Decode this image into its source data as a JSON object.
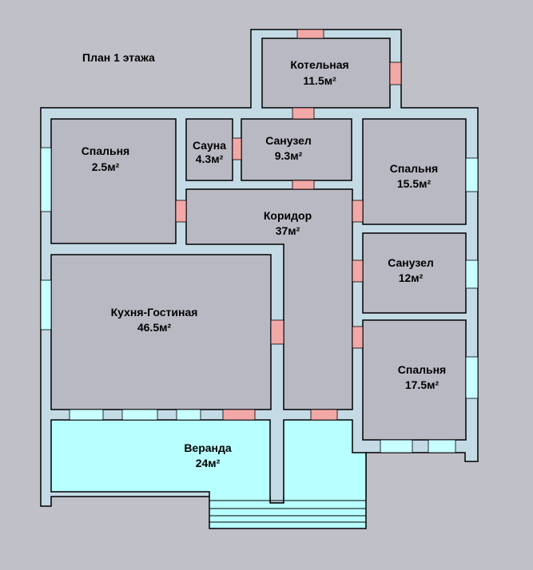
{
  "plan": {
    "title": "План 1 этажа",
    "rooms": [
      {
        "id": "boiler",
        "name": "Котельная",
        "area": "11.5м²"
      },
      {
        "id": "bedroom-1",
        "name": "Спальня",
        "area": "2.5м²"
      },
      {
        "id": "sauna",
        "name": "Сауна",
        "area": "4.3м²"
      },
      {
        "id": "bathroom-1",
        "name": "Санузел",
        "area": "9.3м²"
      },
      {
        "id": "bedroom-2",
        "name": "Спальня",
        "area": "15.5м²"
      },
      {
        "id": "corridor",
        "name": "Коридор",
        "area": "37м²"
      },
      {
        "id": "bathroom-2",
        "name": "Санузел",
        "area": "12м²"
      },
      {
        "id": "kitchen-living",
        "name": "Кухня-Гостиная",
        "area": "46.5м²"
      },
      {
        "id": "bedroom-3",
        "name": "Спальня",
        "area": "17.5м²"
      },
      {
        "id": "veranda",
        "name": "Веранда",
        "area": "24м²"
      }
    ]
  },
  "colors": {
    "background": "#c0c0c8",
    "wall": "#c4dbe6",
    "room": "#b9b9c3",
    "veranda": "#b8ffff",
    "door": "#f3a8a8",
    "window": "#c8ffff"
  }
}
